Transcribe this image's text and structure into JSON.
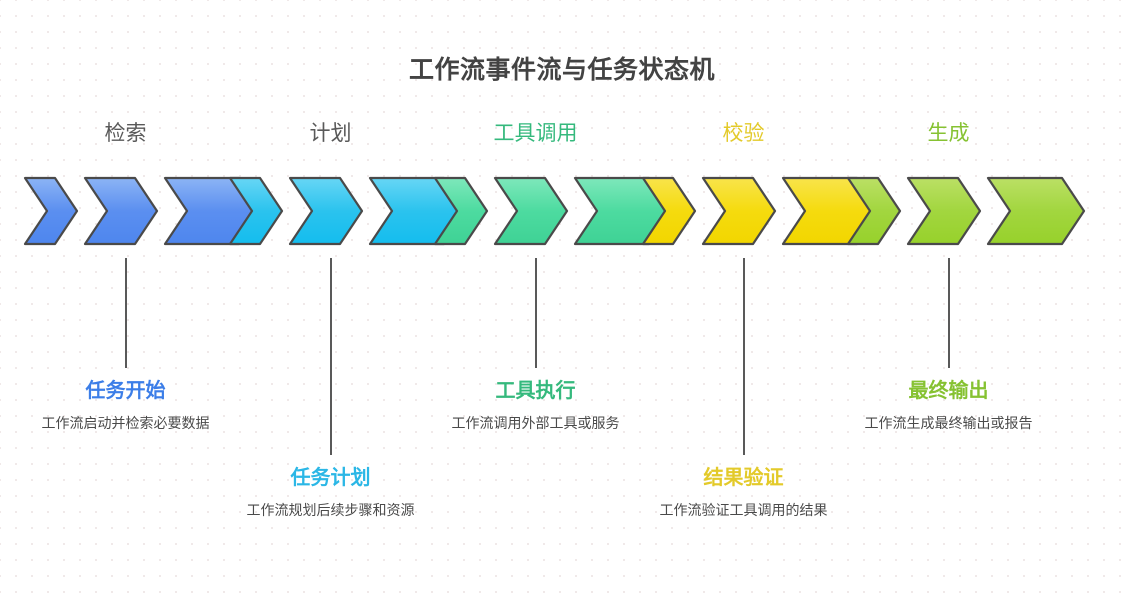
{
  "chart_data": {
    "type": "diagram",
    "title": "工作流事件流与任务状态机",
    "subtype": "chevron-process-flow",
    "stage_count": 5,
    "chevrons_per_stage": 3,
    "legend": null,
    "stages": [
      {
        "label": "检索",
        "label_color": "#595959",
        "color": "#5b8ff0",
        "gradient_top": "#8cb4f5",
        "gradient_bottom": "#4e86ee",
        "callout_title": "任务开始",
        "callout_title_color": "#3c7ee8",
        "callout_desc": "工作流启动并检索必要数据",
        "callout_side": "top"
      },
      {
        "label": "计划",
        "label_color": "#595959",
        "color": "#2bc3ee",
        "gradient_top": "#67d6f5",
        "gradient_bottom": "#14bdee",
        "callout_title": "任务计划",
        "callout_title_color": "#2bb7e6",
        "callout_desc": "工作流规划后续步骤和资源",
        "callout_side": "bottom"
      },
      {
        "label": "工具调用",
        "label_color": "#35b97d",
        "color": "#4ddba0",
        "gradient_top": "#7ee8bb",
        "gradient_bottom": "#3fd295",
        "callout_title": "工具执行",
        "callout_title_color": "#35b97d",
        "callout_desc": "工作流调用外部工具或服务",
        "callout_side": "top"
      },
      {
        "label": "校验",
        "label_color": "#e3ca2a",
        "color": "#f5db0e",
        "gradient_top": "#f8e44b",
        "gradient_bottom": "#f2d600",
        "callout_title": "结果验证",
        "callout_title_color": "#e3ca2a",
        "callout_desc": "工作流验证工具调用的结果",
        "callout_side": "bottom"
      },
      {
        "label": "生成",
        "label_color": "#86c232",
        "color": "#a2d63f",
        "gradient_top": "#bbe065",
        "gradient_bottom": "#97d12b",
        "callout_title": "最终输出",
        "callout_title_color": "#86c232",
        "callout_desc": "工作流生成最终输出或报告",
        "callout_side": "top"
      }
    ]
  }
}
